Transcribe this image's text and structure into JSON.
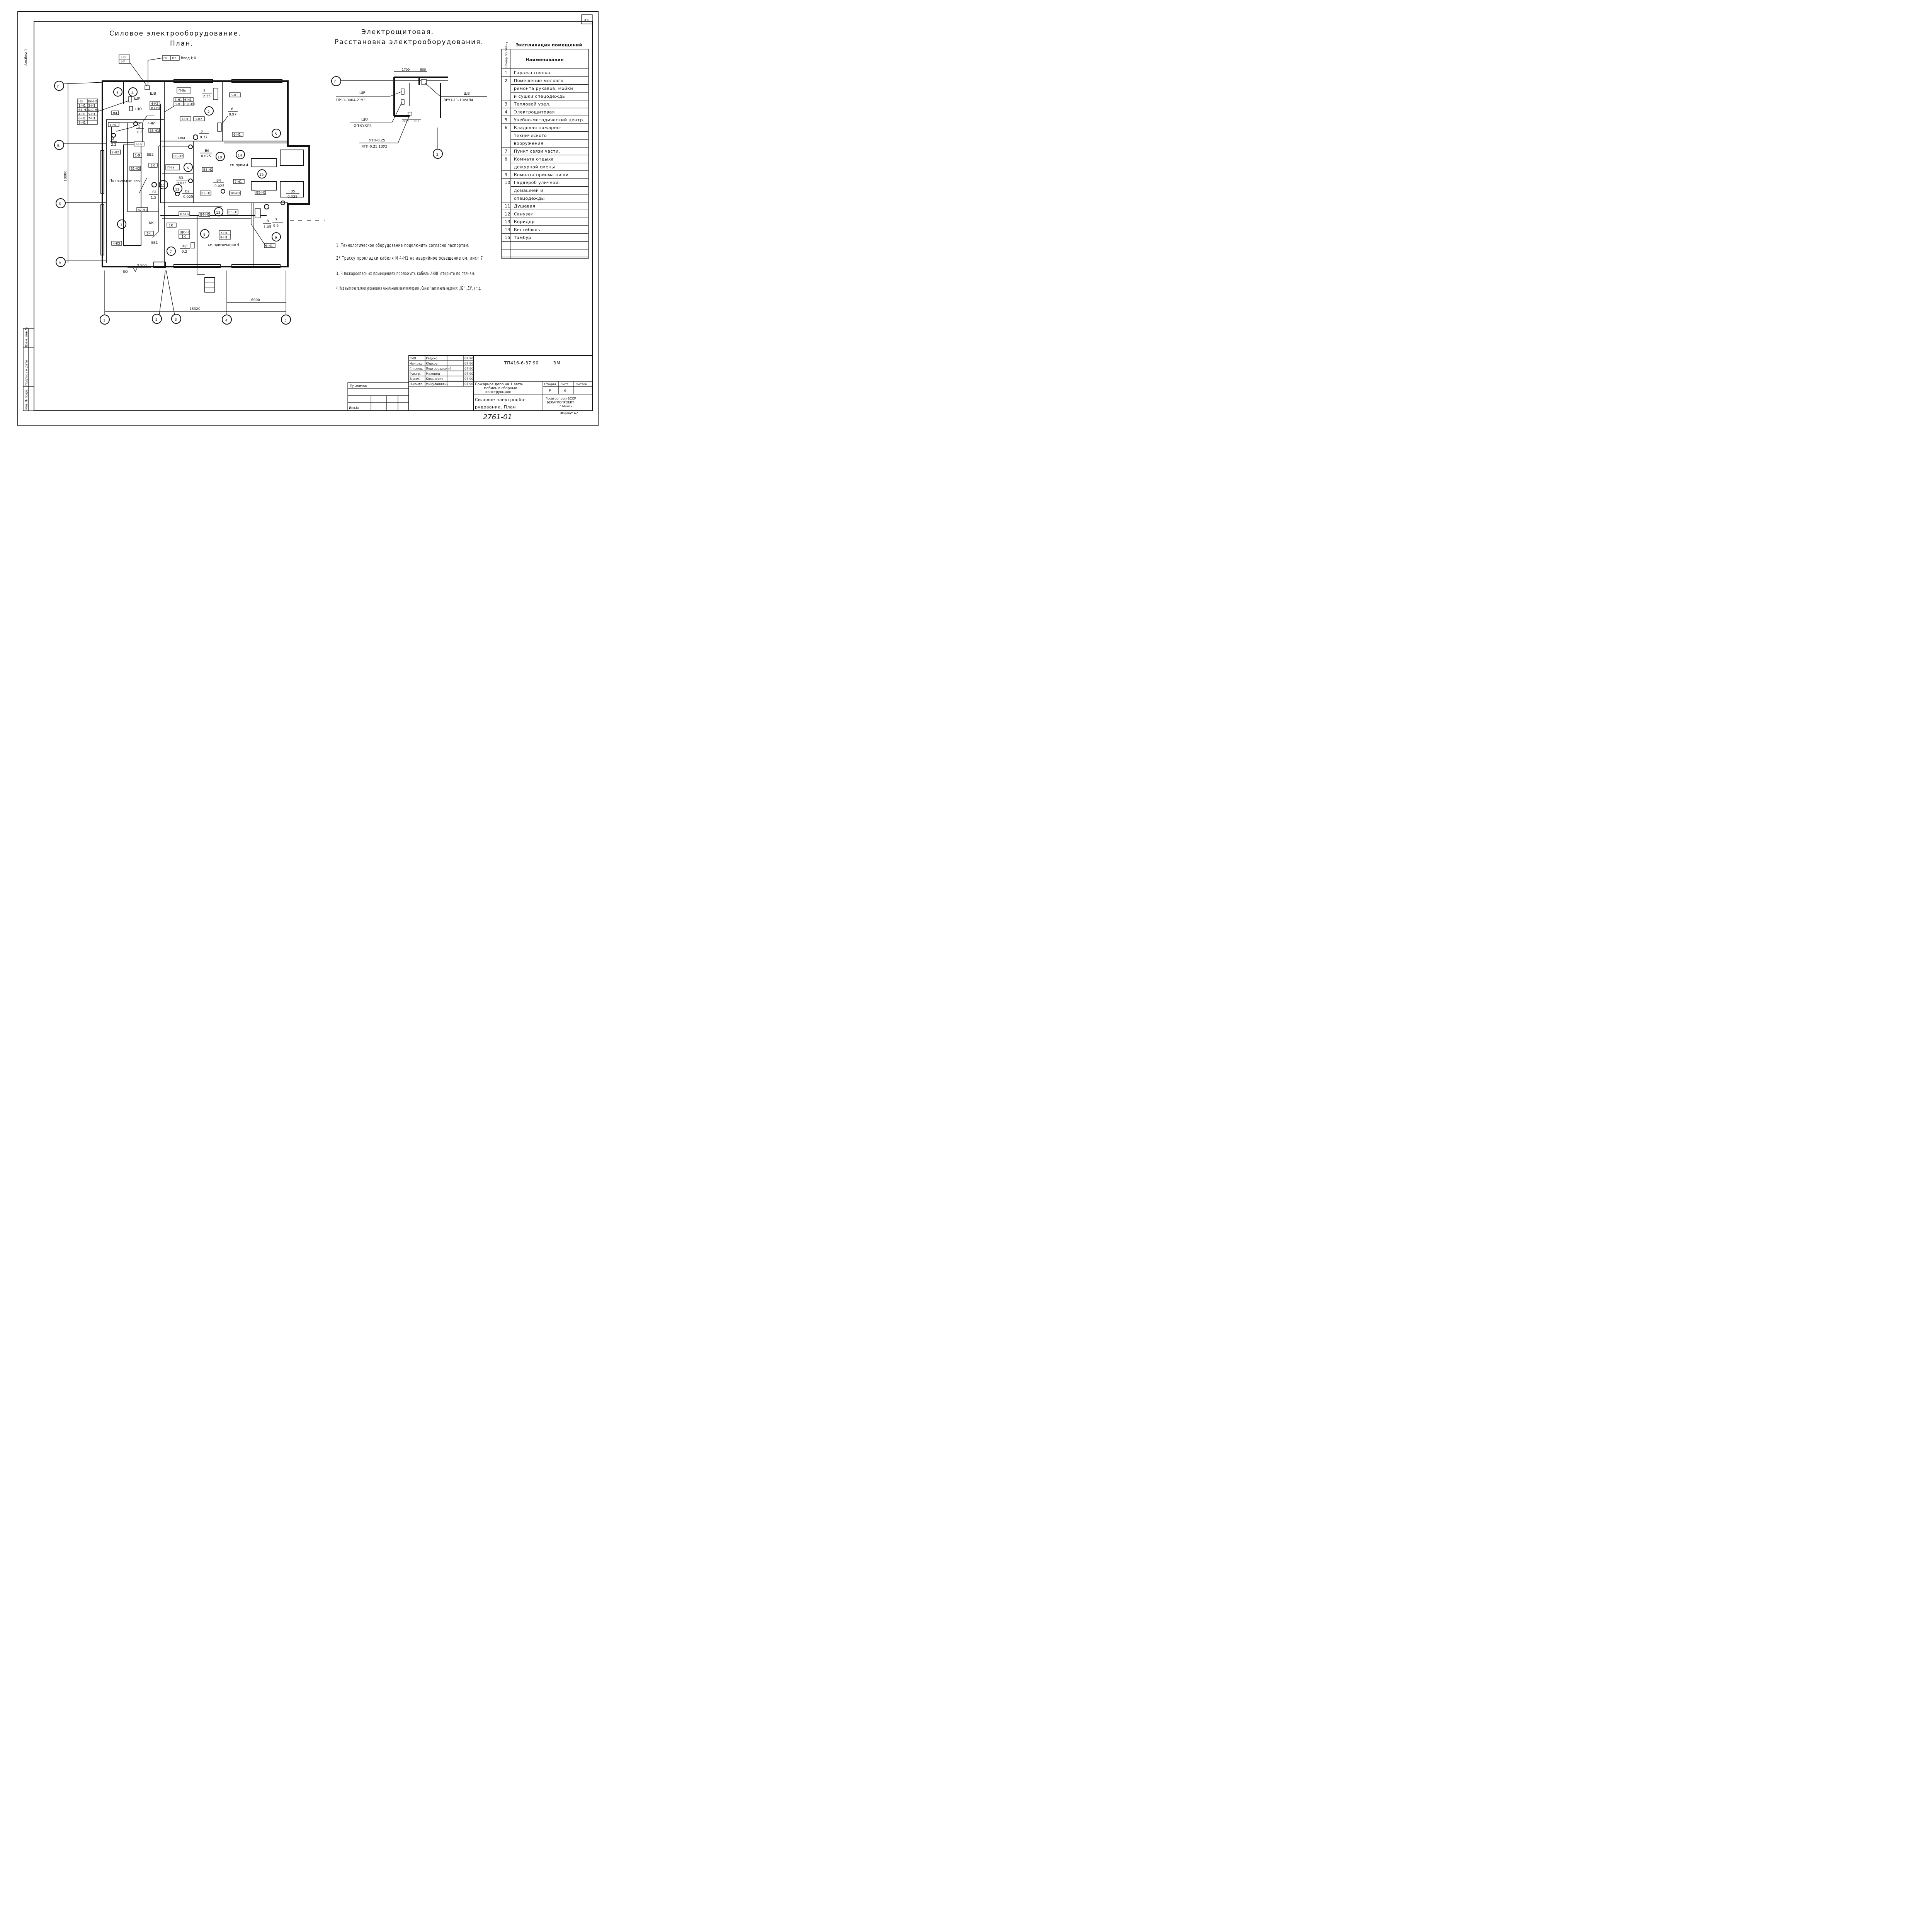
{
  "sheet": {
    "page_number": "43",
    "album": "Альбом 1",
    "stamp_left": [
      "Инв.№ подл.",
      "Подпись и дата",
      "Взам. инв.№"
    ],
    "bottom_number": "2761-01",
    "format": "Формат А2"
  },
  "plan": {
    "title_line1": "Силовое электрооборудование.",
    "title_line2": "План.",
    "axes_letters": [
      "Г",
      "В",
      "Б",
      "А"
    ],
    "axes_numbers": [
      "1",
      "2",
      "3",
      "4",
      "5"
    ],
    "dim_height": "18000",
    "dim_width": "18320",
    "dim_6000": "6000",
    "level": "3.500",
    "entry_label": "Ввод I; II",
    "entry_boxes": [
      "Н1",
      "Н2"
    ],
    "h3h4": [
      "Н3",
      "Н4"
    ],
    "rooms": [
      "1",
      "2",
      "3",
      "4",
      "5",
      "6",
      "7",
      "8",
      "9",
      "10",
      "11",
      "12",
      "13",
      "14",
      "15"
    ],
    "cabinet_labels": [
      "ШВ",
      "ШР",
      "ЩО",
      "Н4",
      "ЩС",
      "ЩС-Н1",
      "1К"
    ],
    "motor_labels": [
      {
        "name": "1",
        "val": "0.8"
      },
      {
        "name": "2",
        "val": "2.2"
      },
      {
        "name": "3",
        "val": "0.37"
      },
      {
        "name": "5",
        "val": "2.35"
      },
      {
        "name": "6",
        "val": "0.97"
      },
      {
        "name": "7",
        "val": "9.5"
      },
      {
        "name": "8",
        "val": "1.05"
      },
      {
        "name": "В1",
        "val": "1.5"
      },
      {
        "name": "В2",
        "val": "0.025"
      },
      {
        "name": "В3",
        "val": "0.025"
      },
      {
        "name": "В4",
        "val": "0.025"
      },
      {
        "name": "В5",
        "val": "0.025"
      },
      {
        "name": "В6",
        "val": "0.025"
      },
      {
        "name": "ЩС",
        "val": "0.2"
      }
    ],
    "tags": [
      "1-Н1",
      "1-Н2",
      "2-Н2",
      "1-Я",
      "В1-Н2",
      "В2-Н1",
      "2К",
      "3К",
      "4-КЗ",
      "В5-Н1",
      "4-ЯУ",
      "3-Н1",
      "3-Н2",
      "3-КМ",
      "В6-Н2",
      "П-IIа",
      "5-Н1",
      "6-Н1",
      "В3-Н2",
      "В3-Н1",
      "В2-Н2",
      "В4-Н1",
      "В4-Н2",
      "В5-Н2",
      "В5-Н1",
      "7-Н1",
      "8-Н1",
      "КК",
      "SB1",
      "SB2",
      "SQ"
    ],
    "legend_table": [
      [
        "Н3",
        "В6-Н1"
      ],
      [
        "1-Н1",
        "3-Н1"
      ],
      [
        "В1-Н1",
        "ЩС-Н1"
      ],
      [
        "4-Н1",
        "5-Н1"
      ],
      [
        "6-Н1",
        "7-Н1"
      ],
      [
        "8-Н1",
        ""
      ]
    ],
    "small_table_4k3": [
      "4-КЗ",
      "В1-Н1"
    ],
    "small_table_3h1": [
      [
        "3-Н1",
        "6-Н1"
      ],
      [
        "3-Н1",
        "ЩС-Н1"
      ]
    ],
    "note_ceiling": "По перекры-\nтию",
    "note_ref4": "см.прим.4",
    "note_ref4b": "см.примечание 4"
  },
  "switchroom": {
    "title_line1": "Электрощитовая.",
    "title_line2": "Расстановка электрооборудования.",
    "axis_g": "Г",
    "axis_2": "2",
    "dim_1700": "1700",
    "dim_800": "800",
    "dim_800b": "800",
    "dim_205": "205",
    "label_shr": "ШР",
    "label_shr_type": "ПР11-3064-21УЗ",
    "label_shv": "ШВ",
    "label_shv_type": "ВРУ1-11-10УХЛ4",
    "label_shco": "ЩО",
    "label_shco_type": "ОП-6УХЛ4",
    "label_ytp": "ЯТП-0.25",
    "label_ytp_type": "ЯТП-0.25 13УЗ"
  },
  "notes": [
    "1. Технологическое оборудование подключить согласно паспортам.",
    "2* Трассу прокладки кабеля N 4-Н1 на аварийное освещение см. лист 7",
    "3. В пожароопасных помещениях проложить кабель АВВГ открыто по стенам.",
    "4. Над выключателями управления канальными вентиляторами „Самал\" выполнить надписи: „В2\", „В3\", и т.д."
  ],
  "explication": {
    "title": "Экспликация помещений",
    "col_num": "Номер по плану",
    "col_name": "Наименование",
    "rows": [
      {
        "n": "1",
        "name": [
          "Гараж-стоянка"
        ]
      },
      {
        "n": "2",
        "name": [
          "Помещение мелкого",
          "ремонта рукавов, мойки",
          "и сушки спецодежды"
        ]
      },
      {
        "n": "3",
        "name": [
          "Тепловой узел."
        ]
      },
      {
        "n": "4",
        "name": [
          "Электрощитовая"
        ]
      },
      {
        "n": "5",
        "name": [
          "Учебно-методический центр."
        ]
      },
      {
        "n": "6",
        "name": [
          "Кладовая пожарно-",
          "технического",
          "вооружения"
        ]
      },
      {
        "n": "7",
        "name": [
          "Пункт связи части."
        ]
      },
      {
        "n": "8",
        "name": [
          "Комната отдыха",
          "дежурной смены"
        ]
      },
      {
        "n": "9",
        "name": [
          "Комната приема пищи"
        ]
      },
      {
        "n": "10",
        "name": [
          "Гардероб уличной,",
          "домашней и",
          "спецодежды"
        ]
      },
      {
        "n": "11",
        "name": [
          "Душевая"
        ]
      },
      {
        "n": "12",
        "name": [
          "Санузел"
        ]
      },
      {
        "n": "13",
        "name": [
          "Коридор"
        ]
      },
      {
        "n": "14",
        "name": [
          "Вестибюль"
        ]
      },
      {
        "n": "15",
        "name": [
          "Тамбур"
        ]
      }
    ]
  },
  "title_block": {
    "doc_code": "ТП416-6-37.90",
    "mark": "ЭМ",
    "signers": [
      {
        "role": "ГИП",
        "name": "Редько",
        "date": "07.90"
      },
      {
        "role": "Нач.отд.",
        "name": "Юшков",
        "date": "07.90"
      },
      {
        "role": "Гл.спец.",
        "name": "Подгородецкий",
        "date": "07.90"
      },
      {
        "role": "Рук.гр.",
        "name": "Маховец",
        "date": "07.90"
      },
      {
        "role": "В.инж.",
        "name": "Коханевич",
        "date": "07.90"
      },
      {
        "role": "Н.контр.",
        "name": "Микулашевич",
        "date": "07.90"
      }
    ],
    "project": [
      "Пожарное депо на 1 авто-",
      "мобиль в сборных",
      "конструкциях"
    ],
    "sheet_title": [
      "Силовое электрообо-",
      "рудование. План"
    ],
    "stage_h": "Стадия",
    "sheet_h": "Лист",
    "sheets_h": "Листов",
    "stage": "Р",
    "sheet": "6",
    "sheets": "",
    "org": [
      "Госагропром БССР",
      "БЕЛАГРОПРОЕКТ",
      "г.Минск"
    ],
    "privyazan": "Привязан",
    "inv": "Инв.№"
  }
}
